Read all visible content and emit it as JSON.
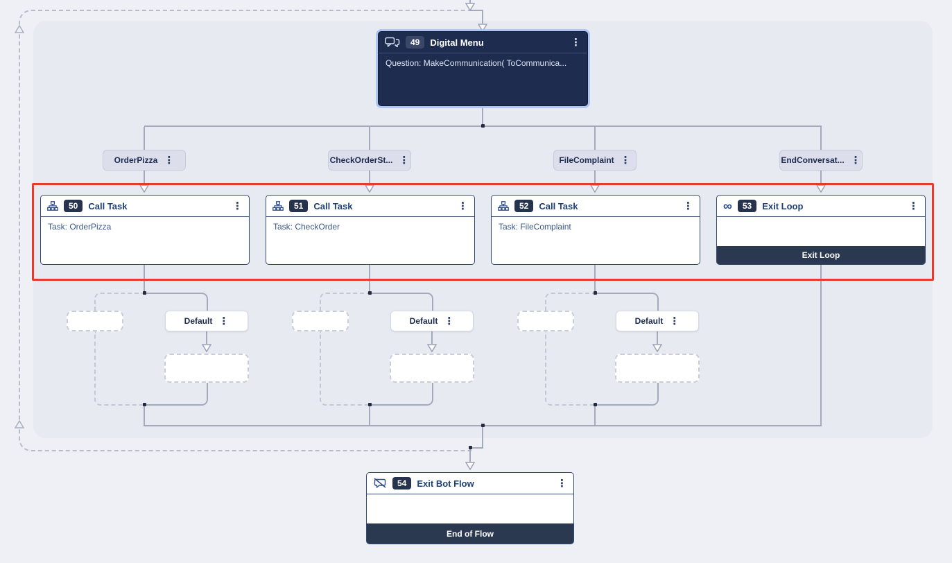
{
  "flow": {
    "menu_node": {
      "id": "49",
      "title": "Digital Menu",
      "body": "Question: MakeCommunication( ToCommunica..."
    },
    "branches": [
      {
        "label": "OrderPizza"
      },
      {
        "label": "CheckOrderSt..."
      },
      {
        "label": "FileComplaint"
      },
      {
        "label": "EndConversat..."
      }
    ],
    "task_nodes": [
      {
        "id": "50",
        "title": "Call Task",
        "body": "Task: OrderPizza"
      },
      {
        "id": "51",
        "title": "Call Task",
        "body": "Task: CheckOrder"
      },
      {
        "id": "52",
        "title": "Call Task",
        "body": "Task: FileComplaint"
      }
    ],
    "exit_loop_node": {
      "id": "53",
      "title": "Exit Loop",
      "footer": "Exit Loop"
    },
    "default_labels": [
      {
        "label": "Default"
      },
      {
        "label": "Default"
      },
      {
        "label": "Default"
      }
    ],
    "exit_flow_node": {
      "id": "54",
      "title": "Exit Bot Flow",
      "footer": "End of Flow"
    }
  },
  "glyphs": {
    "kebab": "⋮",
    "infinity": "∞"
  },
  "icons": {
    "menu_node": "chat-bubbles-icon",
    "task_node": "sitemap-icon",
    "exit_loop_node": "infinity-icon",
    "exit_flow_node": "chat-off-icon",
    "node_menu": "kebab-menu-icon"
  },
  "colors": {
    "highlight_red": "#e93a30",
    "node_navy": "#1e2c50",
    "footer_navy": "#2b3950",
    "title_blue": "#1e3f74",
    "selection_glow": "#adc7f2",
    "canvas_bg": "#eef0f6",
    "loop_bg": "#e8eaf2",
    "connector_gray": "#a3aabc"
  }
}
